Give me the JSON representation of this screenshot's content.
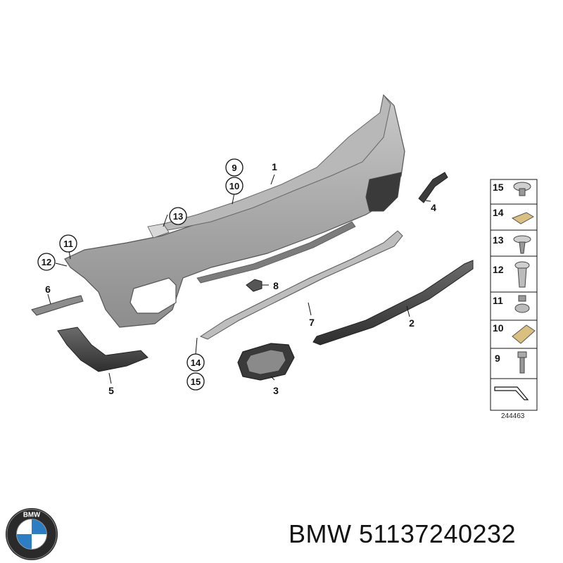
{
  "diagram": {
    "callouts": [
      {
        "id": "callout-9",
        "num": "9"
      },
      {
        "id": "callout-10",
        "num": "10"
      },
      {
        "id": "callout-13",
        "num": "13"
      },
      {
        "id": "callout-11",
        "num": "11"
      },
      {
        "id": "callout-12",
        "num": "12"
      },
      {
        "id": "callout-14",
        "num": "14"
      },
      {
        "id": "callout-15",
        "num": "15"
      }
    ],
    "labels": [
      {
        "id": "label-1",
        "num": "1"
      },
      {
        "id": "label-2",
        "num": "2"
      },
      {
        "id": "label-3",
        "num": "3"
      },
      {
        "id": "label-4",
        "num": "4"
      },
      {
        "id": "label-5",
        "num": "5"
      },
      {
        "id": "label-6",
        "num": "6"
      },
      {
        "id": "label-7",
        "num": "7"
      },
      {
        "id": "label-8",
        "num": "8"
      }
    ],
    "legend": {
      "items": [
        "15",
        "14",
        "13",
        "12",
        "11",
        "10",
        "9"
      ],
      "diagram_id": "244463"
    }
  },
  "brand": {
    "logo_text": "BMW",
    "caption": "BMW 51137240232"
  }
}
